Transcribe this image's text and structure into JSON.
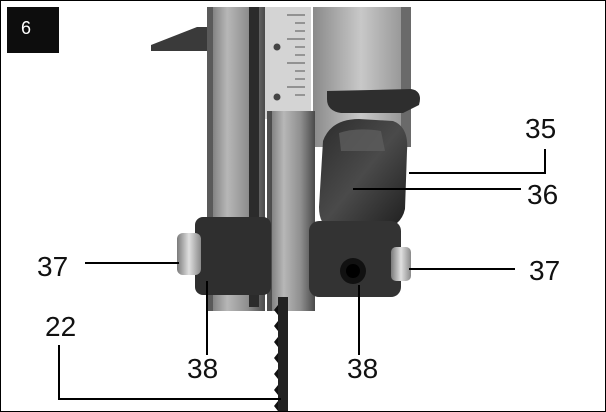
{
  "figure": {
    "number": "6",
    "callouts": {
      "c35": "35",
      "c36": "36",
      "c37_left": "37",
      "c37_right": "37",
      "c22": "22",
      "c38_left": "38",
      "c38_right": "38"
    }
  },
  "colors": {
    "background": "#ffffff",
    "badge": "#0d0d0d",
    "metal_light": "#b9b9b9",
    "metal_dark": "#3a3a3a"
  }
}
